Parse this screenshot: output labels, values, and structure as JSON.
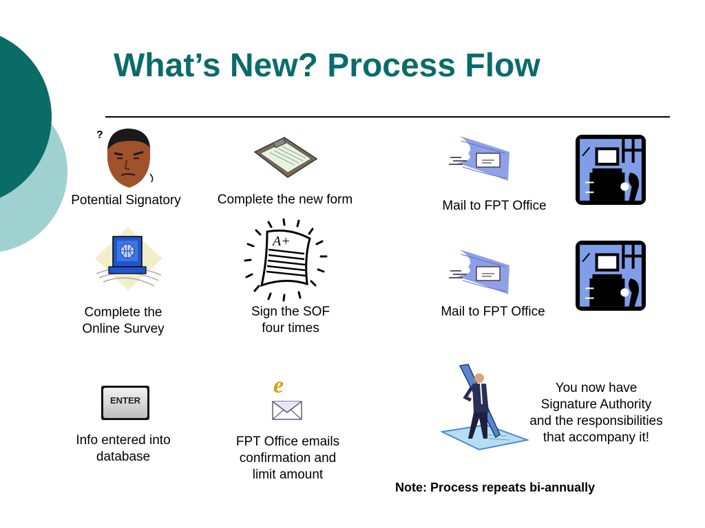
{
  "slide": {
    "title": "What’s New? Process Flow",
    "note": "Note: Process repeats bi-annually"
  },
  "steps": {
    "potential_signatory": {
      "label": "Potential Signatory",
      "icon": "thinking-man-icon"
    },
    "complete_form": {
      "label": "Complete the new form",
      "icon": "clipboard-icon"
    },
    "mail_1": {
      "label": "Mail to FPT Office",
      "icon": "flying-envelope-icon"
    },
    "office_1": {
      "icon": "computer-desk-icon"
    },
    "online_survey": {
      "line1": "Complete the",
      "line2": "Online Survey",
      "icon": "computer-globe-icon"
    },
    "sign_sof": {
      "line1": "Sign the SOF",
      "line2": "four times",
      "icon": "graded-paper-icon"
    },
    "mail_2": {
      "label": "Mail to FPT Office",
      "icon": "flying-envelope-icon"
    },
    "office_2": {
      "icon": "computer-desk-icon"
    },
    "info_entered": {
      "line1": "Info entered into",
      "line2": "database",
      "icon": "enter-key-icon",
      "key_text": "ENTER"
    },
    "fpt_emails": {
      "line1": "FPT Office emails",
      "line2": "confirmation and",
      "line3": "limit amount",
      "icon": "email-icon",
      "email_letter": "e"
    },
    "authority": {
      "line1": "You now have",
      "line2": "Signature Authority",
      "line3": "and the responsibilities",
      "line4": "that accompany it!",
      "icon": "man-with-pen-icon"
    }
  },
  "colors": {
    "title": "#0b6b6b",
    "dark_teal": "#0b6b66",
    "light_teal": "#9fd1d1",
    "office_blue": "#7f9ee8"
  }
}
